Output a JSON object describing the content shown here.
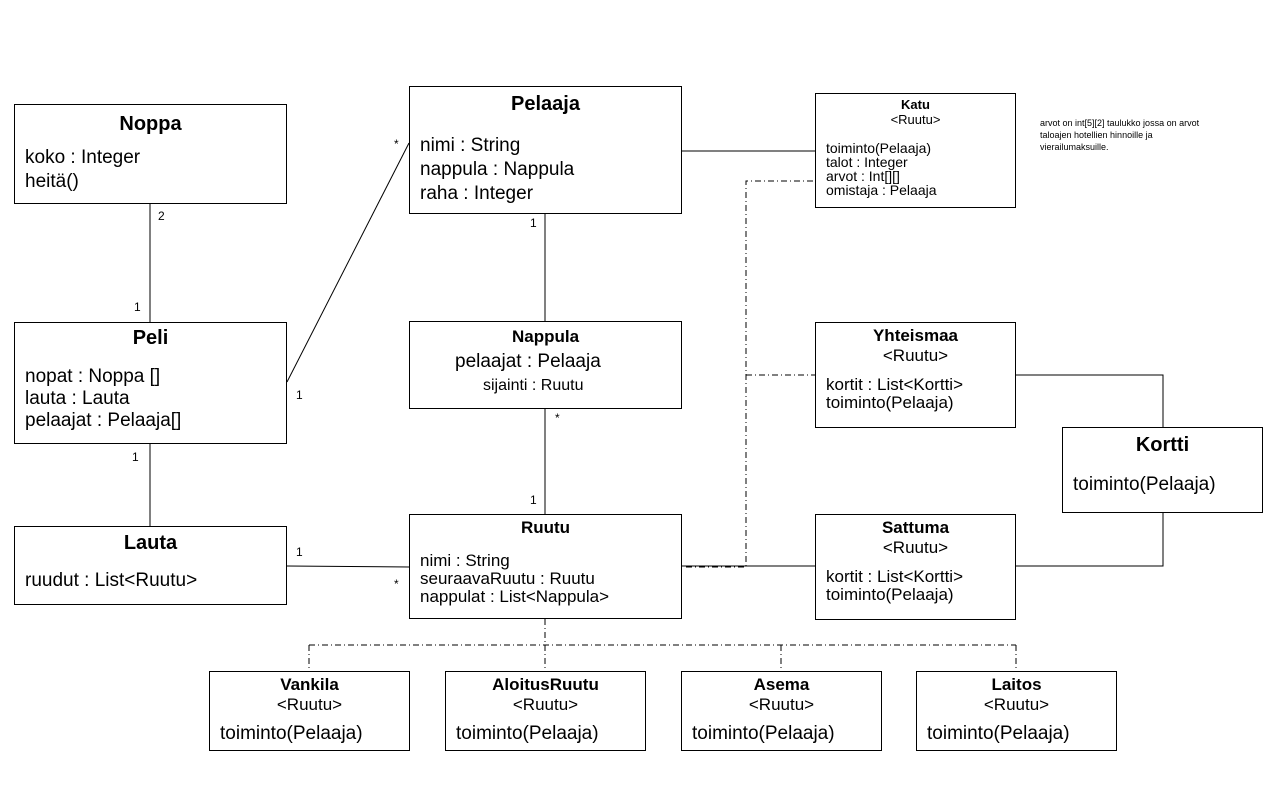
{
  "classes": {
    "noppa": {
      "name": "Noppa",
      "attrs": [
        "koko : Integer",
        "heitä()"
      ]
    },
    "pelaaja": {
      "name": "Pelaaja",
      "attrs": [
        "nimi : String",
        "nappula : Nappula",
        "raha : Integer"
      ]
    },
    "peli": {
      "name": "Peli",
      "attrs": [
        "nopat : Noppa []",
        "lauta : Lauta",
        "pelaajat : Pelaaja[]"
      ]
    },
    "lauta": {
      "name": "Lauta",
      "attrs": [
        "ruudut : List<Ruutu>"
      ]
    },
    "nappula": {
      "name": "Nappula",
      "attrs": [
        "pelaajat : Pelaaja",
        "sijainti  : Ruutu"
      ]
    },
    "ruutu": {
      "name": "Ruutu",
      "attrs": [
        "nimi : String",
        "seuraavaRuutu  : Ruutu",
        "nappulat : List<Nappula>"
      ]
    },
    "katu": {
      "name": "Katu",
      "stereotype": "<Ruutu>",
      "attrs": [
        "toiminto(Pelaaja)",
        "talot : Integer",
        "arvot : Int[][]",
        "omistaja : Pelaaja"
      ]
    },
    "yhteismaa": {
      "name": "Yhteismaa",
      "stereotype": "<Ruutu>",
      "attrs": [
        "kortit  : List<Kortti>",
        "toiminto(Pelaaja)"
      ]
    },
    "sattuma": {
      "name": "Sattuma",
      "stereotype": "<Ruutu>",
      "attrs": [
        "kortit  : List<Kortti>",
        "toiminto(Pelaaja)"
      ]
    },
    "kortti": {
      "name": "Kortti",
      "attrs": [
        "toiminto(Pelaaja)"
      ]
    },
    "vankila": {
      "name": "Vankila",
      "stereotype": "<Ruutu>",
      "attrs": [
        "toiminto(Pelaaja)"
      ]
    },
    "aloitus": {
      "name": "AloitusRuutu",
      "stereotype": "<Ruutu>",
      "attrs": [
        "toiminto(Pelaaja)"
      ]
    },
    "asema": {
      "name": "Asema",
      "stereotype": "<Ruutu>",
      "attrs": [
        "toiminto(Pelaaja)"
      ]
    },
    "laitos": {
      "name": "Laitos",
      "stereotype": "<Ruutu>",
      "attrs": [
        "toiminto(Pelaaja)"
      ]
    }
  },
  "multiplicities": {
    "noppa_peli_top": "2",
    "noppa_peli_bottom": "1",
    "peli_pelaaja_peli": "1",
    "peli_pelaaja_pelaaja": "*",
    "pelaaja_nappula": "1",
    "nappula_ruutu_top": "*",
    "nappula_ruutu_bottom": "1",
    "peli_lauta": "1",
    "lauta_ruutu_lauta": "1",
    "lauta_ruutu_ruutu": "*"
  },
  "note": {
    "line1": "arvot on int[5][2] taulukko jossa on arvot",
    "line2": "taloajen hotellien hinnoille ja",
    "line3": "vierailumaksuille."
  }
}
